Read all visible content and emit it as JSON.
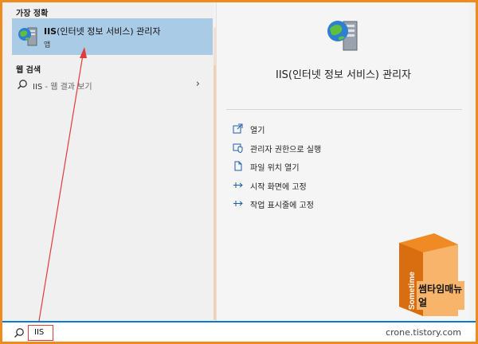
{
  "best_match": {
    "section": "가장 정확",
    "title_bold": "IIS",
    "title_rest": "(인터넷 정보 서비스) 관리자",
    "subtitle": "앱"
  },
  "web_search": {
    "section": "웹 검색",
    "query": "IIS",
    "suffix": " - 웹 결과 보기",
    "chevron": "›"
  },
  "detail": {
    "title": "IIS(인터넷 정보 서비스) 관리자",
    "actions": [
      {
        "label": "열기",
        "icon": "open-icon"
      },
      {
        "label": "관리자 권한으로 실행",
        "icon": "shield-icon"
      },
      {
        "label": "파일 위치 열기",
        "icon": "file-location-icon"
      },
      {
        "label": "시작 화면에 고정",
        "icon": "pin-icon"
      },
      {
        "label": "작업 표시줄에 고정",
        "icon": "pin-icon"
      }
    ]
  },
  "search": {
    "query": "IIS",
    "credit": "crone.tistory.com"
  },
  "watermark": {
    "text": "Sometime"
  },
  "logo": {
    "label": "썸타임매뉴얼",
    "side": "Sometime"
  },
  "colors": {
    "frame": "#ef8a1e",
    "selection": "#a9cbe6",
    "accent": "#0a78d4",
    "annotation": "#e33a3a"
  }
}
